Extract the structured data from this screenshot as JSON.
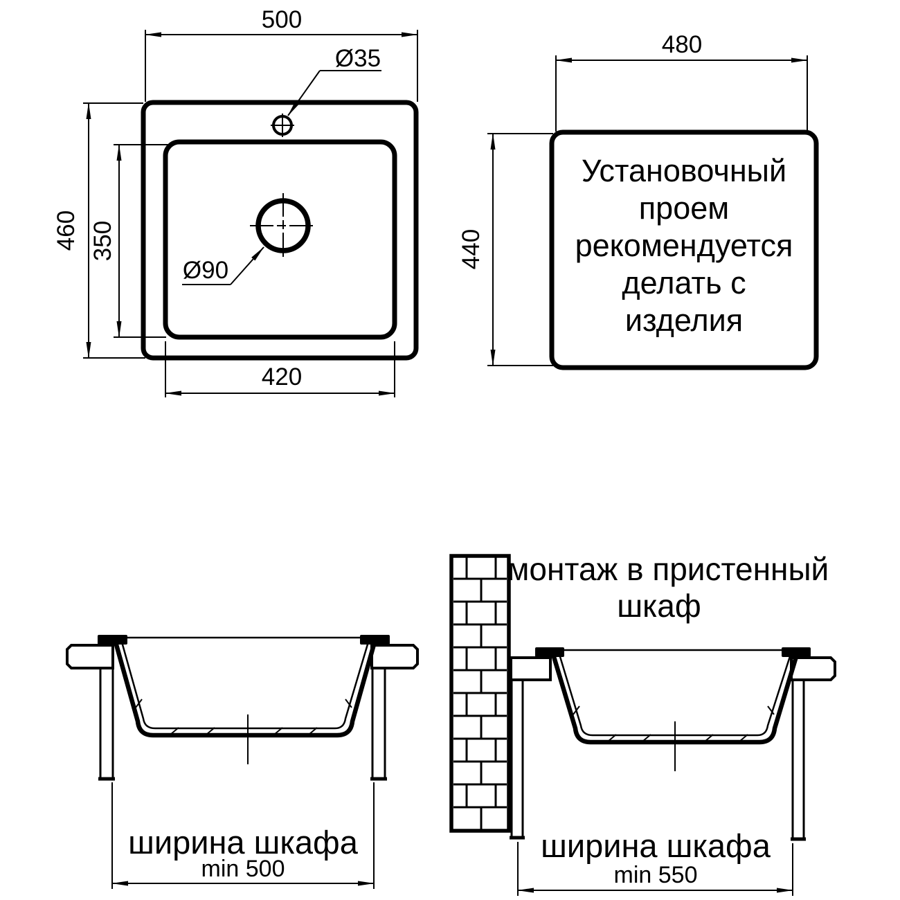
{
  "plan": {
    "width": "500",
    "height": "460",
    "bowl_width": "420",
    "bowl_height": "350",
    "faucet_hole": "Ø35",
    "drain_hole": "Ø90"
  },
  "cutout": {
    "width": "480",
    "height": "440",
    "note": {
      "l1": "Установочный",
      "l2": "проем",
      "l3": "рекомендуется",
      "l4": "делать с",
      "l5": "изделия"
    }
  },
  "section_standard": {
    "cabinet_width_label": "ширина шкафа",
    "cabinet_width_min": "min 500"
  },
  "section_wall": {
    "title_l1": "монтаж в пристенный",
    "title_l2": "шкаф",
    "cabinet_width_label": "ширина шкафа",
    "cabinet_width_min": "min 550"
  },
  "colors": {
    "line": "#000000",
    "background": "#ffffff"
  }
}
